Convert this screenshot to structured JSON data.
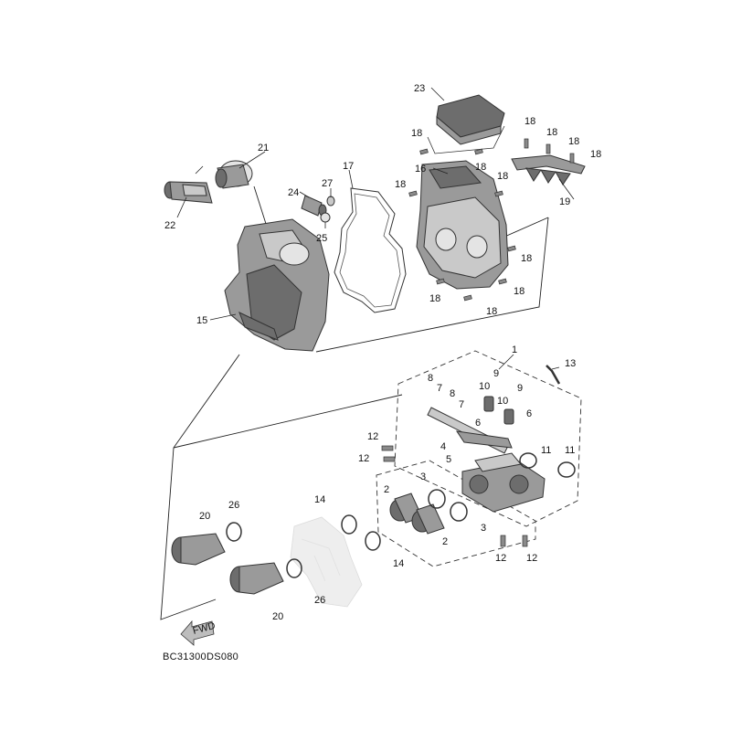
{
  "diagram_code": "BC31300DS080",
  "fwd_label": "FWD",
  "callouts": {
    "c1": "1",
    "c2a": "2",
    "c2b": "2",
    "c3a": "3",
    "c3b": "3",
    "c4": "4",
    "c5": "5",
    "c6a": "6",
    "c6b": "6",
    "c7a": "7",
    "c7b": "7",
    "c8a": "8",
    "c8b": "8",
    "c9a": "9",
    "c9b": "9",
    "c10a": "10",
    "c10b": "10",
    "c11a": "11",
    "c11b": "11",
    "c12a": "12",
    "c12b": "12",
    "c12c": "12",
    "c12d": "12",
    "c13": "13",
    "c14a": "14",
    "c14b": "14",
    "c15": "15",
    "c16": "16",
    "c17": "17",
    "c18a": "18",
    "c18b": "18",
    "c18c": "18",
    "c18d": "18",
    "c18e": "18",
    "c18f": "18",
    "c18g": "18",
    "c18h": "18",
    "c18i": "18",
    "c18j": "18",
    "c18k": "18",
    "c18l": "18",
    "c19": "19",
    "c20a": "20",
    "c20b": "20",
    "c21": "21",
    "c22": "22",
    "c23": "23",
    "c24": "24",
    "c25": "25",
    "c26a": "26",
    "c26b": "26",
    "c27": "27"
  }
}
